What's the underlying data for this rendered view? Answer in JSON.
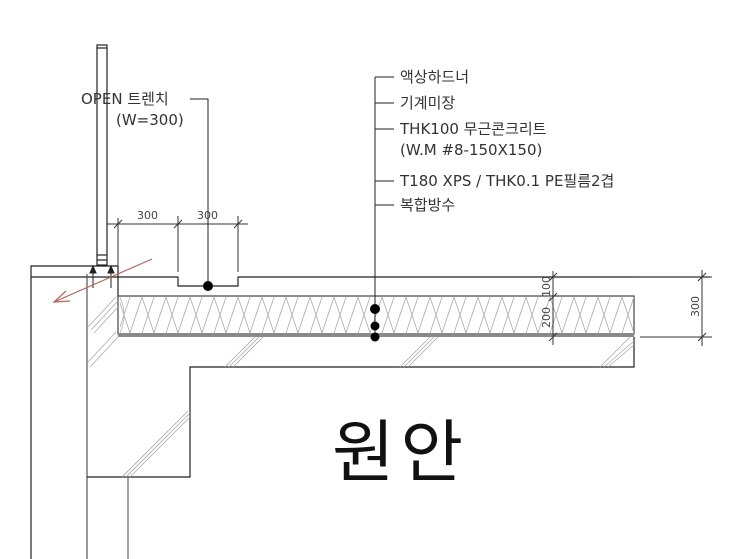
{
  "drawing": {
    "title": "원안",
    "trench_label": {
      "line1": "OPEN 트렌치",
      "line2": "(W=300)"
    },
    "layer_labels": [
      "액상하드너",
      "기계미장",
      "THK100 무근콘크리트",
      "(W.M #8-150X150)",
      "T180 XPS / THK0.1 PE필름2겹",
      "복합방수"
    ],
    "dimensions": {
      "top_left": "300",
      "top_right": "300",
      "right_inner_top": "100",
      "right_inner_bottom": "200",
      "right_outer_total": "300"
    },
    "colors": {
      "line": "#111111",
      "hatch": "#9a9a9a",
      "insulation": "#b8b8b8",
      "arrow": "#b0675a",
      "text": "#333333"
    }
  }
}
